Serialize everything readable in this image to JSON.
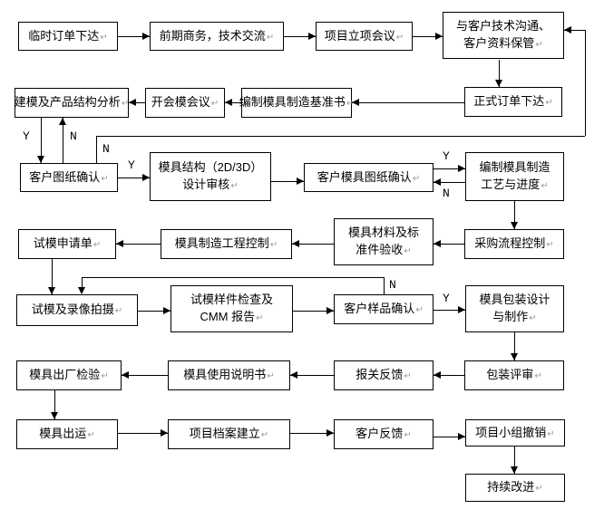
{
  "diagram": {
    "return_mark": "↵",
    "branch_labels": {
      "yes": "Y",
      "no": "N"
    },
    "colors": {
      "line": "#000000",
      "box_border": "#000000",
      "background": "#ffffff",
      "text": "#000000",
      "return_mark": "#9a9a9a"
    }
  },
  "nodes": {
    "temp_order": {
      "label": "临时订单下达"
    },
    "pre_business": {
      "label": "前期商务，技术交流"
    },
    "kickoff_meeting": {
      "label": "项目立项会议"
    },
    "customer_comm": {
      "lines": [
        "与客户技术沟通、",
        "客户资料保管"
      ]
    },
    "modeling_analysis": {
      "label": "建模及产品结构分析"
    },
    "mold_meeting": {
      "label": "开会模会议"
    },
    "baseline_doc": {
      "label": "编制模具制造基准书"
    },
    "formal_order": {
      "label": "正式订单下达"
    },
    "drawing_confirm": {
      "label": "客户图纸确认"
    },
    "structure_review": {
      "lines": [
        "模具结构（2D/3D）",
        "设计审核"
      ]
    },
    "mold_drawing_confirm": {
      "label": "客户模具图纸确认"
    },
    "process_schedule": {
      "lines": [
        "编制模具制造",
        "工艺与进度"
      ]
    },
    "trial_application": {
      "label": "试模申请单"
    },
    "engineering_control": {
      "label": "模具制造工程控制"
    },
    "material_acceptance": {
      "lines": [
        "模具材料及标",
        "准件验收"
      ]
    },
    "purchasing_control": {
      "label": "采购流程控制"
    },
    "trial_video": {
      "label": "试模及录像拍摄"
    },
    "sample_inspection": {
      "lines": [
        "试模样件检查及",
        "CMM 报告"
      ]
    },
    "sample_confirm": {
      "label": "客户样品确认"
    },
    "packaging_design": {
      "lines": [
        "模具包装设计",
        "与制作"
      ]
    },
    "factory_inspection": {
      "label": "模具出厂检验"
    },
    "user_manual": {
      "label": "模具使用说明书"
    },
    "customs_feedback": {
      "label": "报关反馈"
    },
    "packaging_review": {
      "label": "包装评审"
    },
    "mold_shipment": {
      "label": "模具出运"
    },
    "project_archive": {
      "label": "项目档案建立"
    },
    "customer_feedback": {
      "label": "客户反馈"
    },
    "team_disband": {
      "label": "项目小组撤销"
    },
    "continuous_improvement": {
      "label": "持续改进"
    }
  }
}
